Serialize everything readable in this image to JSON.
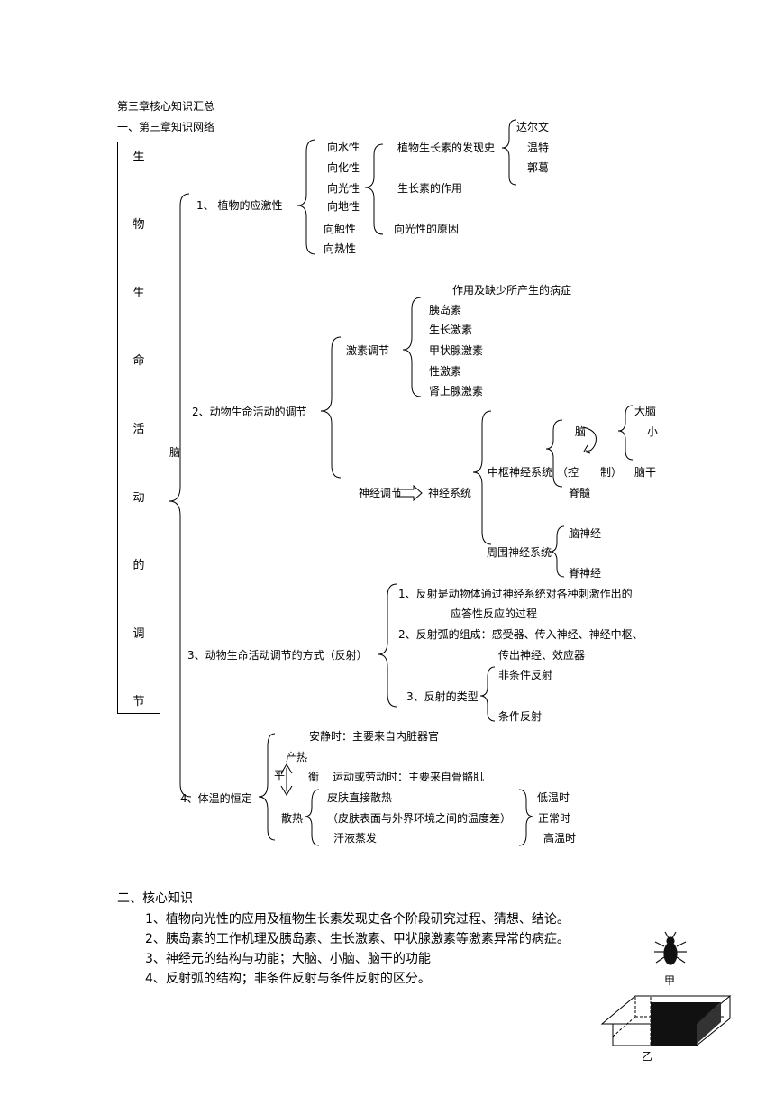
{
  "header": {
    "title": "第三章核心知识汇总",
    "section1": "一、第三章知识网络"
  },
  "vertical_title": [
    "生",
    "物",
    "生",
    "命",
    "活",
    "动",
    "的",
    "调",
    "节"
  ],
  "brain_marker": "脑",
  "p1": {
    "label": "1、 植物的应激性",
    "tropisms": [
      "向水性",
      "向化性",
      "向光性",
      "向地性",
      "向触性",
      "向热性"
    ],
    "auxin_history": "植物生长素的发现史",
    "scientists": [
      "达尔文",
      "温特",
      "郭葛"
    ],
    "auxin_function": "生长素的作用",
    "phototropism_cause": "向光性的原因"
  },
  "p2": {
    "label": "2、动物生命活动的调节",
    "hormone_reg": "激素调节",
    "hormone_header": "作用及缺少所产生的病症",
    "hormones": [
      "胰岛素",
      "生长激素",
      "甲状腺激素",
      "性激素",
      "肾上腺激素"
    ],
    "neural_reg": "神经调节",
    "nervous_system": "神经系统",
    "central_ns": "中枢神经系统",
    "brain": "脑",
    "control": "（控　　制）",
    "spinal_cord": "脊髓",
    "brain_parts": [
      "大脑",
      "小",
      "脑干"
    ],
    "peripheral_ns": "周围神经系统",
    "peripheral_parts": [
      "脑神经",
      "脊神经"
    ]
  },
  "p3": {
    "label": "3、动物生命活动调节的方式（反射）",
    "item1_a": "1、反射是动物体通过神经系统对各种刺激作出的",
    "item1_b": "应答性反应的过程",
    "item2_a": "2、反射弧的组成：感受器、传入神经、神经中枢、",
    "item2_b": "传出神经、效应器",
    "item3": "3、反射的类型",
    "reflex_types": [
      "非条件反射",
      "条件反射"
    ]
  },
  "p4": {
    "label": "4、体温的恒定",
    "rest": "安静时：主要来自内脏器官",
    "heat_prod": "产热",
    "balance_a": "平",
    "balance_b": "衡",
    "exercise": "运动或劳动时：主要来自骨骼肌",
    "heat_loss": "散热",
    "skin": "皮肤直接散热",
    "skin_note": "（皮肤表面与外界环境之间的温度差）",
    "sweat": "汗液蒸发",
    "temps": [
      "低温时",
      "正常时",
      "高温时"
    ]
  },
  "core": {
    "heading": "二、核心知识",
    "items": [
      "1、植物向光性的应用及植物生长素发现史各个阶段研究过程、猜想、结论。",
      "2、胰岛素的工作机理及胰岛素、生长激素、甲状腺激素等激素异常的病症。",
      "3、神经元的结构与功能；大脑、小脑、脑干的功能",
      "4、反射弧的结构；非条件反射与条件反射的区分。"
    ]
  },
  "figure": {
    "label_a": "甲",
    "label_b": "乙"
  }
}
